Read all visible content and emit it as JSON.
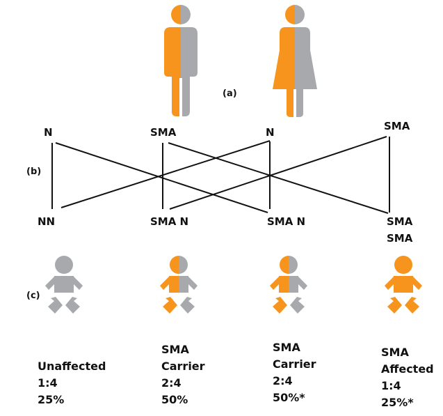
{
  "labels": {
    "parents": "(a)",
    "alleles": "(b)",
    "children": "(c)"
  },
  "parent_alleles": {
    "father_left": "N",
    "father_right": "SMA",
    "mother_left": "N",
    "mother_right": "SMA"
  },
  "child_genotypes": [
    {
      "line1": "NN",
      "line2": ""
    },
    {
      "line1": "SMA N",
      "line2": ""
    },
    {
      "line1": "SMA N",
      "line2": ""
    },
    {
      "line1": "SMA",
      "line2": "SMA"
    }
  ],
  "outcomes": [
    {
      "lines": [
        "",
        "Unaffected",
        "1:4",
        "25%"
      ]
    },
    {
      "lines": [
        "SMA",
        "Carrier",
        "2:4",
        "50%"
      ]
    },
    {
      "lines": [
        "SMA",
        "Carrier",
        "2:4",
        "50%*"
      ]
    },
    {
      "lines": [
        "SMA",
        "Affected",
        "1:4",
        "25%*"
      ]
    }
  ],
  "colors": {
    "affected": "#F7941D",
    "unaffected": "#A7A9AC",
    "line": "#111111",
    "text": "#111111"
  },
  "icons": [
    "male-carrier-icon",
    "female-carrier-icon",
    "baby-unaffected-icon",
    "baby-carrier-icon",
    "baby-carrier-icon",
    "baby-affected-icon"
  ]
}
